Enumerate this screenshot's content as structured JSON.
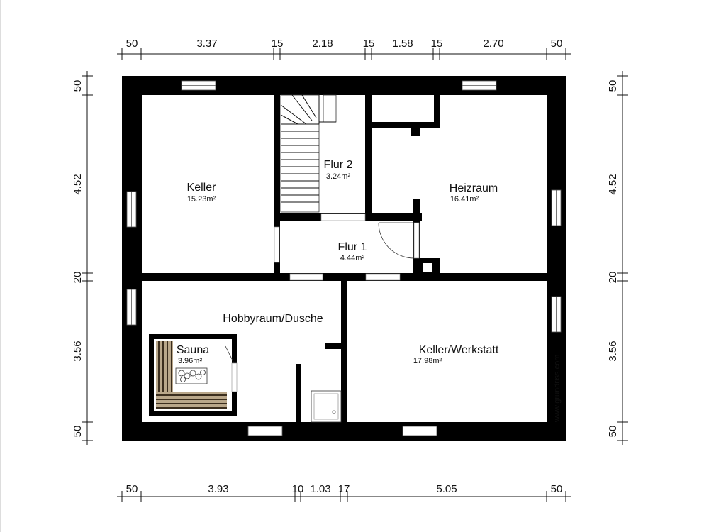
{
  "dimensions": {
    "top": [
      "50",
      "3.37",
      "15",
      "2.18",
      "15",
      "1.58",
      "15",
      "2.70",
      "50"
    ],
    "bottom": [
      "50",
      "3.93",
      "10",
      "1.03",
      "17",
      "5.05",
      "50"
    ],
    "left": [
      "50",
      "4.52",
      "20",
      "3.56",
      "50"
    ],
    "right": [
      "50",
      "4.52",
      "20",
      "3.56",
      "50"
    ]
  },
  "rooms": [
    {
      "name": "Keller",
      "area": "15.23m²"
    },
    {
      "name": "Flur 2",
      "area": "3.24m²"
    },
    {
      "name": "Heizraum",
      "area": "16.41m²"
    },
    {
      "name": "Flur 1",
      "area": "4.44m²"
    },
    {
      "name": "Hobbyraum/Dusche",
      "area": ""
    },
    {
      "name": "Sauna",
      "area": "3.96m²"
    },
    {
      "name": "Keller/Werkstatt",
      "area": "17.98m²"
    }
  ],
  "watermark": "www.grundriss.com"
}
